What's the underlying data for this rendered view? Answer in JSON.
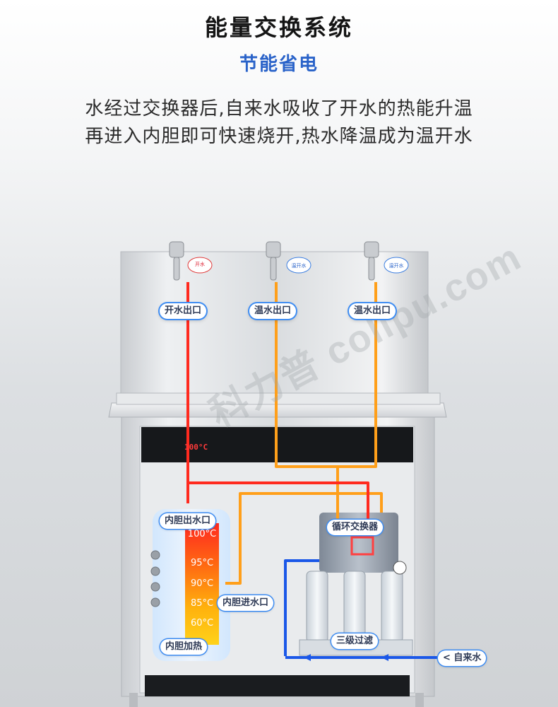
{
  "header": {
    "title": "能量交换系统",
    "subtitle": "节能省电",
    "line1": "水经过交换器后,自来水吸收了开水的热能升温",
    "line2": "再进入内胆即可快速烧开,热水降温成为温开水"
  },
  "outlets": {
    "boiling": "开水出口",
    "warm1": "温水出口",
    "warm2": "温水出口"
  },
  "tap_badges": {
    "tap1": "开水",
    "tap2": "温开水",
    "tap3": "温开水"
  },
  "display": {
    "reading": "100°C"
  },
  "tank": {
    "outlet": "内胆出水口",
    "inlet": "内胆进水口",
    "heating": "内胆加热",
    "temps": [
      "100°C",
      "95°C",
      "90°C",
      "85°C",
      "60°C"
    ]
  },
  "exchanger": {
    "label": "循环交换器"
  },
  "filter": {
    "label": "三级过滤"
  },
  "tap_water": {
    "label": "< 自来水"
  },
  "watermark": {
    "text": "科力普 colipu.com"
  },
  "colors": {
    "hot": "#ff2a1f",
    "warm": "#ff9f1a",
    "cool": "#1a57e8",
    "accent": "#2a63c9"
  }
}
